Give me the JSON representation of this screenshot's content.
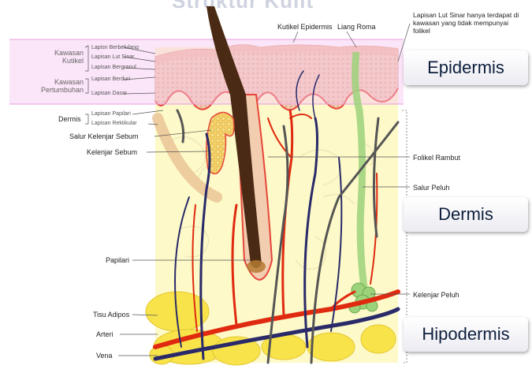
{
  "title": "Struktur Kulit",
  "labels": {
    "kutikel_epidermis": "Kutikel Epidermis",
    "liang_roma": "Liang Roma",
    "lut_sinar_note": "Lapisan Lut Sinar hanya terdapat di kawasan yang tidak mempunyai folikel",
    "kawasan_kutikel": "Kawasan Kutikel",
    "lapisan_berbelulang": "Lapisn Berbelulang",
    "lapisan_lut_sinar": "Lapisan Lut Sinar",
    "lapisan_bergranul": "Lapisan Bergranul",
    "kawasan_pertumbuhan": "Kawasan Pertumbuhan",
    "lapisan_berduri": "Lapisan Berduri",
    "lapisan_dasar": "Lapisan Dasar",
    "dermis": "Dermis",
    "lapisan_papilari": "Lapisan Papilari",
    "lapisan_retikular": "Lapisan Rektikular",
    "salur_kelenjar_sebum": "Salur Kelenjar Sebum",
    "kelenjar_sebum": "Kelenjar Sebum",
    "folikel_rambut": "Folikel Rambut",
    "salur_peluh": "Salur Peluh",
    "papilari": "Papilari",
    "kelenjar_peluh": "Kelenjar Peluh",
    "tisu_adipos": "Tisu Adipos",
    "arteri": "Arteri",
    "vena": "Vena"
  },
  "tags": {
    "epidermis": "Epidermis",
    "dermis": "Dermis",
    "hipodermis": "Hipodermis"
  },
  "colors": {
    "highlight": "#f6c6f0",
    "dermis_bg": "#fdf9c8",
    "epidermis_top": "#f2c6a6",
    "hair": "#4a2a14",
    "artery": "#e02a10",
    "vein": "#2a2a6a",
    "sweat": "#9cd27a",
    "fat": "#f8e44a"
  }
}
